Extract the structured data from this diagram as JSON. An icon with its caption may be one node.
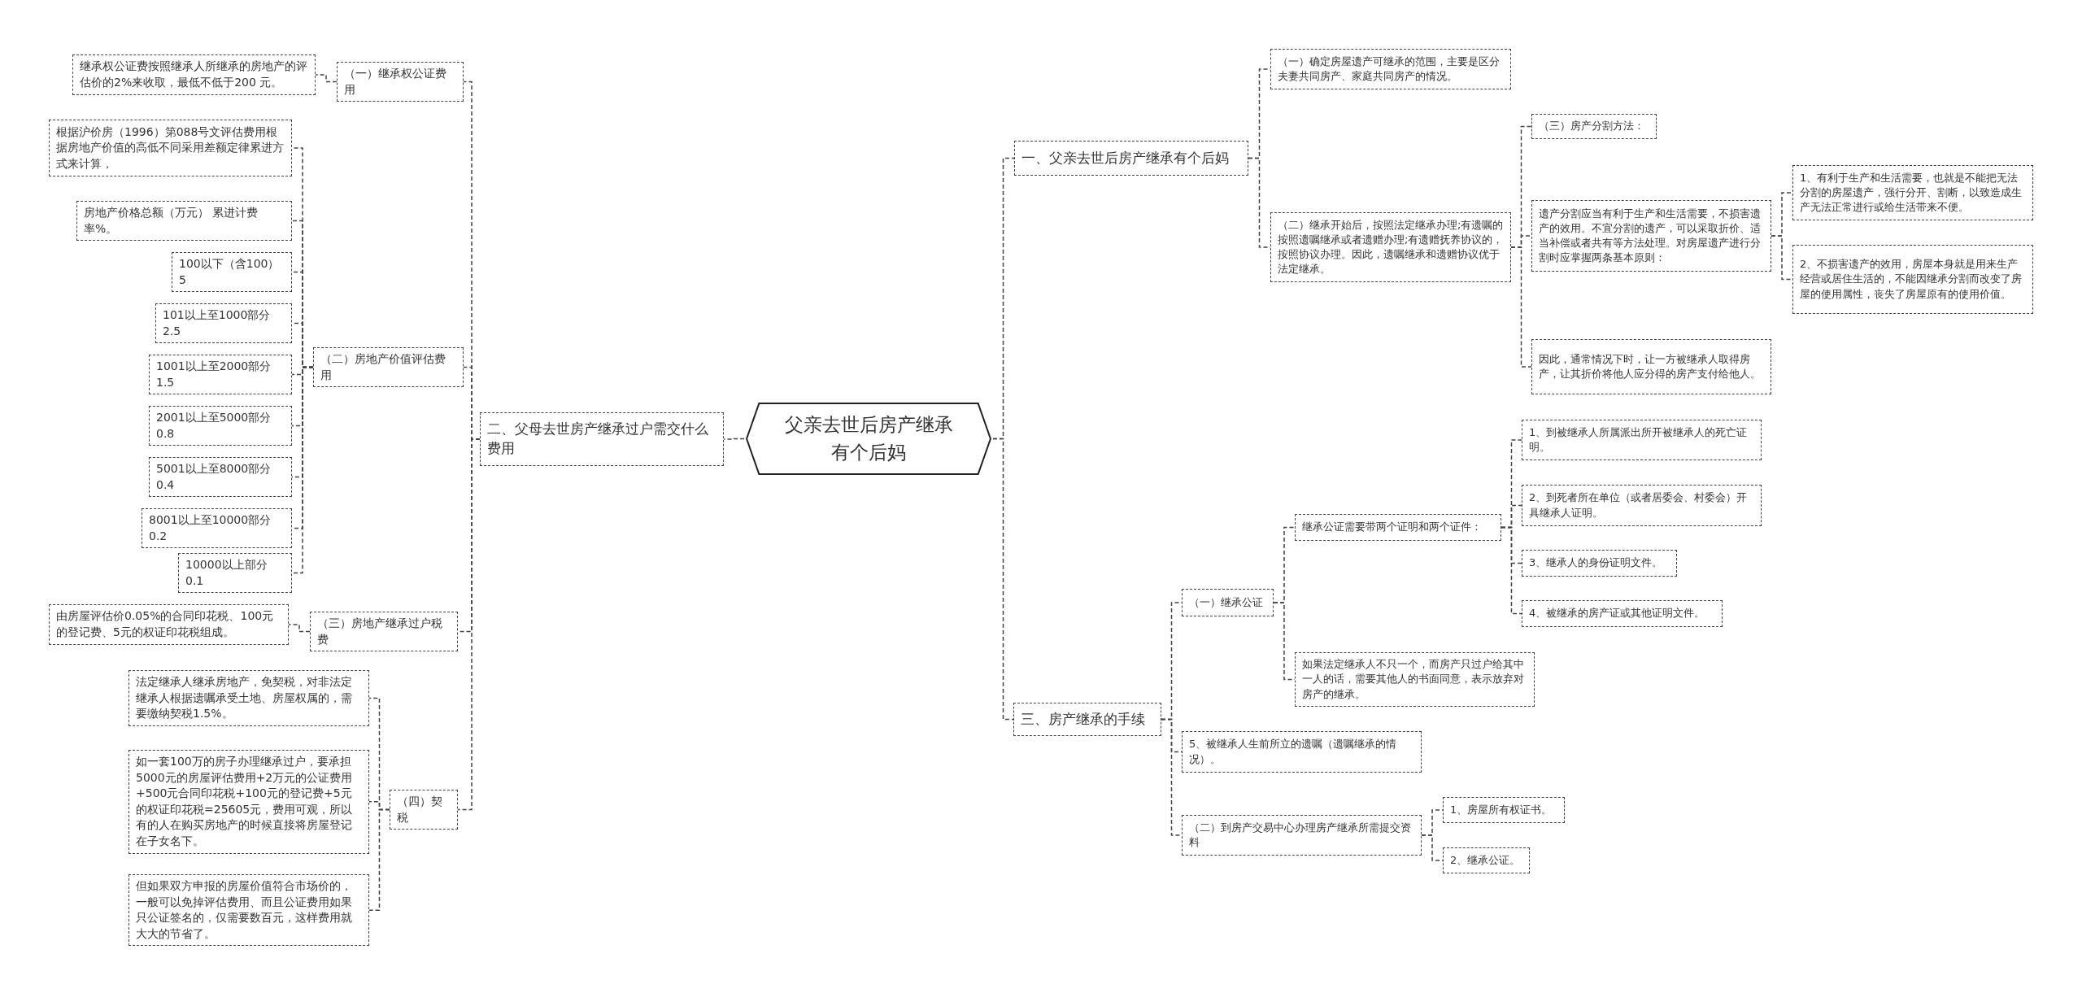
{
  "diagram": {
    "nodes": [
      {
        "text": [
          "父亲去世后房产继承有个后妈"
        ]
      },
      {
        "text": [
          "二、父母去世房产继承过户需交什么费用"
        ]
      },
      {
        "text": [
          "（一）继承权公证费用"
        ]
      },
      {
        "text": [
          "继承权公证费按照继承人所继承的房地产的评估价的2%来收取，最低不低于200 元。"
        ]
      },
      {
        "text": [
          "（二）房地产价值评估费用"
        ]
      },
      {
        "text": [
          "根据沪价房（1996）第088号文评估费用根据房地产价值的高低不同采用差额定律累进方式来计算，"
        ]
      },
      {
        "text": [
          "房地产价格总额（万元） 累进计费率%。"
        ]
      },
      {
        "text": [
          "100以下（含100） 5"
        ]
      },
      {
        "text": [
          "101以上至1000部分 2.5"
        ]
      },
      {
        "text": [
          "1001以上至2000部分 1.5"
        ]
      },
      {
        "text": [
          "2001以上至5000部分 0.8"
        ]
      },
      {
        "text": [
          "5001以上至8000部分 0.4"
        ]
      },
      {
        "text": [
          "8001以上至10000部分 0.2"
        ]
      },
      {
        "text": [
          "10000以上部分 0.1"
        ]
      },
      {
        "text": [
          "（三）房地产继承过户税费"
        ]
      },
      {
        "text": [
          "由房屋评估价0.05%的合同印花税、100元的登记费、5元的权证印花税组成。"
        ]
      },
      {
        "text": [
          "（四）契税"
        ]
      },
      {
        "text": [
          "法定继承人继承房地产，免契税，对非法定继承人根据遗嘱承受土地、房屋权属的，需要缴纳契税1.5%。"
        ]
      },
      {
        "text": [
          "如一套100万的房子办理继承过户，要承担5000元的房屋评估费用+2万元的公证费用+500元合同印花税+100元的登记费+5元的权证印花税=25605元，费用可观，所以有的人在购买房地产的时候直接将房屋登记在子女名下。"
        ]
      },
      {
        "text": [
          "但如果双方申报的房屋价值符合市场价的，一般可以免掉评估费用、而且公证费用如果只公证签名的，仅需要数百元，这样费用就大大的节省了。"
        ]
      },
      {
        "text": [
          "一、父亲去世后房产继承有个后妈"
        ]
      },
      {
        "text": [
          "（一）确定房屋遗产可继承的范围，主要是区分夫妻共同房产、家庭共同房产的情况。"
        ]
      },
      {
        "text": [
          "（二）继承开始后，按照法定继承办理;有遗嘱的按照遗嘱继承或者遗赠办理;有遗赠抚养协议的，按照协议办理。因此，遗嘱继承和遗赠协议优于法定继承。"
        ]
      },
      {
        "text": [
          "（三）房产分割方法："
        ]
      },
      {
        "text": [
          "遗产分割应当有利于生产和生活需要，不损害遗产的效用。不宜分割的遗产，可以采取折价、适当补偿或者共有等方法处理。对房屋遗产进行分割时应掌握两条基本原则："
        ]
      },
      {
        "text": [
          "1、有利于生产和生活需要，也就是不能把无法分割的房屋遗产，强行分开、割断，以致造成生产无法正常进行或给生活带来不便。"
        ]
      },
      {
        "text": [
          "2、不损害遗产的效用，房屋本身就是用来生产经营或居住生活的，不能因继承分割而改变了房屋的使用属性，丧失了房屋原有的使用价值。"
        ]
      },
      {
        "text": [
          "因此，通常情况下时，让一方被继承人取得房产，让其折价将他人应分得的房产支付给他人。"
        ]
      },
      {
        "text": [
          "三、房产继承的手续"
        ]
      },
      {
        "text": [
          "（一）继承公证"
        ]
      },
      {
        "text": [
          "继承公证需要带两个证明和两个证件："
        ]
      },
      {
        "text": [
          "1、到被继承人所属派出所开被继承人的死亡证明。"
        ]
      },
      {
        "text": [
          "2、到死者所在单位（或者居委会、村委会）开具继承人证明。"
        ]
      },
      {
        "text": [
          "3、继承人的身份证明文件。"
        ]
      },
      {
        "text": [
          "4、被继承的房产证或其他证明文件。"
        ]
      },
      {
        "text": [
          "如果法定继承人不只一个，而房产只过户给其中一人的话，需要其他人的书面同意，表示放弃对房产的继承。"
        ]
      },
      {
        "text": [
          "5、被继承人生前所立的遗嘱（遗嘱继承的情况）。"
        ]
      },
      {
        "text": [
          "（二）到房产交易中心办理房产继承所需提交资料"
        ]
      },
      {
        "text": [
          "1、房屋所有权证书。"
        ]
      },
      {
        "text": [
          "2、继承公证。"
        ]
      }
    ],
    "edges": [
      {
        "from": 0,
        "to": 1,
        "arrow": "none",
        "style": "dashed"
      },
      {
        "from": 0,
        "to": 20,
        "arrow": "none",
        "style": "dashed"
      },
      {
        "from": 0,
        "to": 28,
        "arrow": "none",
        "style": "dashed"
      },
      {
        "from": 1,
        "to": 2,
        "arrow": "none",
        "style": "dashed"
      },
      {
        "from": 1,
        "to": 4,
        "arrow": "none",
        "style": "dashed"
      },
      {
        "from": 1,
        "to": 14,
        "arrow": "none",
        "style": "dashed"
      },
      {
        "from": 1,
        "to": 16,
        "arrow": "none",
        "style": "dashed"
      },
      {
        "from": 2,
        "to": 3,
        "arrow": "none",
        "style": "dashed"
      },
      {
        "from": 4,
        "to": 5,
        "arrow": "none",
        "style": "dashed"
      },
      {
        "from": 4,
        "to": 6,
        "arrow": "none",
        "style": "dashed"
      },
      {
        "from": 4,
        "to": 7,
        "arrow": "none",
        "style": "dashed"
      },
      {
        "from": 4,
        "to": 8,
        "arrow": "none",
        "style": "dashed"
      },
      {
        "from": 4,
        "to": 9,
        "arrow": "none",
        "style": "dashed"
      },
      {
        "from": 4,
        "to": 10,
        "arrow": "none",
        "style": "dashed"
      },
      {
        "from": 4,
        "to": 11,
        "arrow": "none",
        "style": "dashed"
      },
      {
        "from": 4,
        "to": 12,
        "arrow": "none",
        "style": "dashed"
      },
      {
        "from": 4,
        "to": 13,
        "arrow": "none",
        "style": "dashed"
      },
      {
        "from": 14,
        "to": 15,
        "arrow": "none",
        "style": "dashed"
      },
      {
        "from": 16,
        "to": 17,
        "arrow": "none",
        "style": "dashed"
      },
      {
        "from": 16,
        "to": 18,
        "arrow": "none",
        "style": "dashed"
      },
      {
        "from": 16,
        "to": 19,
        "arrow": "none",
        "style": "dashed"
      },
      {
        "from": 20,
        "to": 21,
        "arrow": "none",
        "style": "dashed"
      },
      {
        "from": 20,
        "to": 22,
        "arrow": "none",
        "style": "dashed"
      },
      {
        "from": 22,
        "to": 23,
        "arrow": "none",
        "style": "dashed"
      },
      {
        "from": 22,
        "to": 24,
        "arrow": "none",
        "style": "dashed"
      },
      {
        "from": 22,
        "to": 27,
        "arrow": "none",
        "style": "dashed"
      },
      {
        "from": 24,
        "to": 25,
        "arrow": "none",
        "style": "dashed"
      },
      {
        "from": 24,
        "to": 26,
        "arrow": "none",
        "style": "dashed"
      },
      {
        "from": 28,
        "to": 29,
        "arrow": "none",
        "style": "dashed"
      },
      {
        "from": 28,
        "to": 36,
        "arrow": "none",
        "style": "dashed"
      },
      {
        "from": 28,
        "to": 37,
        "arrow": "none",
        "style": "dashed"
      },
      {
        "from": 29,
        "to": 30,
        "arrow": "none",
        "style": "dashed"
      },
      {
        "from": 29,
        "to": 35,
        "arrow": "none",
        "style": "dashed"
      },
      {
        "from": 30,
        "to": 31,
        "arrow": "none",
        "style": "dashed"
      },
      {
        "from": 30,
        "to": 32,
        "arrow": "none",
        "style": "dashed"
      },
      {
        "from": 30,
        "to": 33,
        "arrow": "none",
        "style": "dashed"
      },
      {
        "from": 30,
        "to": 34,
        "arrow": "none",
        "style": "dashed"
      },
      {
        "from": 37,
        "to": 38,
        "arrow": "none",
        "style": "dashed"
      },
      {
        "from": 37,
        "to": 39,
        "arrow": "none",
        "style": "dashed"
      }
    ]
  }
}
